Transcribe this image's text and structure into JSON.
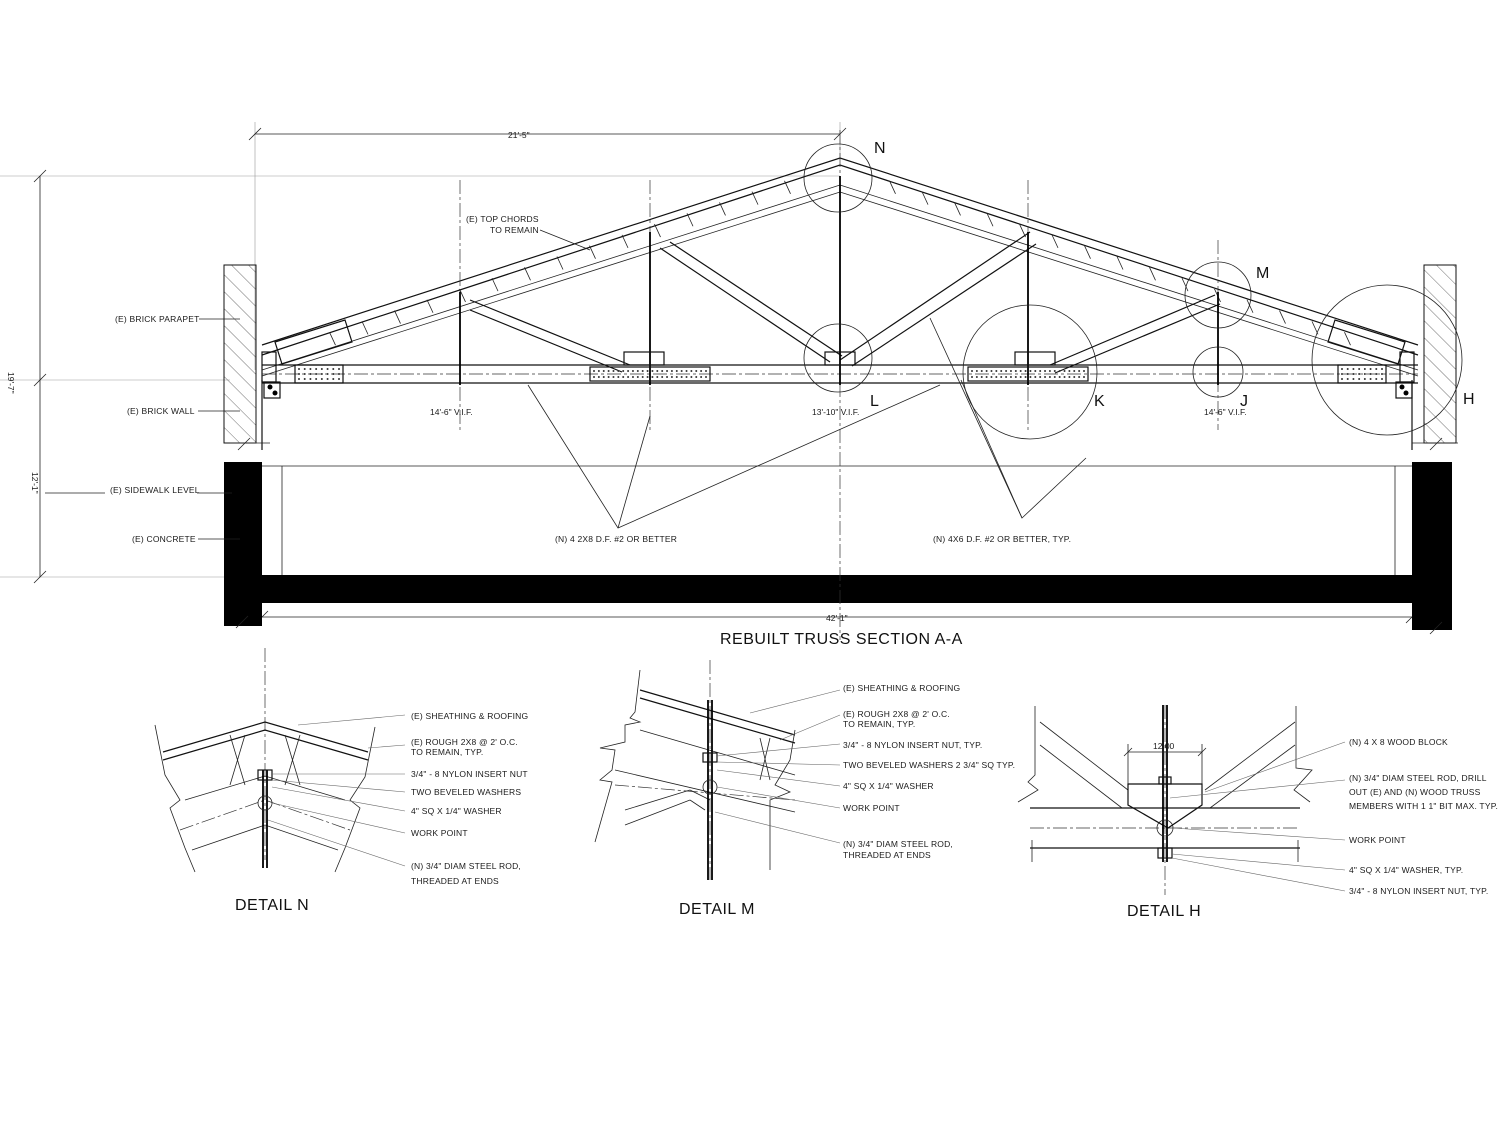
{
  "section": {
    "title": "REBUILT TRUSS SECTION A-A",
    "dims": {
      "half_span": "21'-5\"",
      "overall_span": "42'-1\"",
      "total_height": "19'-7\"",
      "wall_height": "12'-1\"",
      "left_bay": "14'-6\" V.I.F.",
      "center_bay": "13'-10\" V.I.F.",
      "right_bay": "14'-6\" V.I.F."
    },
    "left_notes": {
      "parapet": "(E) BRICK PARAPET",
      "wall": "(E) BRICK WALL",
      "sidewalk": "(E) SIDEWALK LEVEL",
      "concrete": "(E) CONCRETE"
    },
    "callouts": {
      "top_chords_1": "(E) TOP CHORDS",
      "top_chords_2": "TO REMAIN",
      "bottom_2x8": "(N) 4 2X8 D.F. #2 OR BETTER",
      "web_4x6": "(N) 4X6 D.F. #2 OR BETTER, TYP."
    },
    "detail_tags": {
      "n": "N",
      "m": "M",
      "l": "L",
      "k": "K",
      "j": "J",
      "h": "H"
    }
  },
  "detail_n": {
    "title": "DETAIL N",
    "notes": [
      "(E) SHEATHING & ROOFING",
      "(E) ROUGH 2X8 @ 2' O.C.",
      "TO REMAIN, TYP.",
      "3/4\" - 8 NYLON INSERT NUT",
      "TWO BEVELED WASHERS",
      "4\" SQ X 1/4\" WASHER",
      "WORK POINT",
      "(N) 3/4\" DIAM STEEL ROD,",
      "THREADED AT ENDS"
    ]
  },
  "detail_m": {
    "title": "DETAIL M",
    "notes": [
      "(E) SHEATHING & ROOFING",
      "(E) ROUGH 2X8 @ 2' O.C.",
      "TO REMAIN, TYP.",
      "3/4\" - 8 NYLON INSERT NUT, TYP.",
      "TWO BEVELED WASHERS 2 3/4\" SQ TYP.",
      "4\" SQ X 1/4\" WASHER",
      "WORK POINT",
      "(N) 3/4\" DIAM STEEL ROD,",
      "THREADED AT ENDS"
    ]
  },
  "detail_h": {
    "title": "DETAIL H",
    "dim": "12.00",
    "notes": [
      "(N) 4 X 8 WOOD BLOCK",
      "(N) 3/4\" DIAM STEEL ROD, DRILL",
      "OUT (E) AND (N) WOOD TRUSS",
      "MEMBERS WITH 1 1\" BIT MAX. TYP.",
      "WORK POINT",
      "4\" SQ X 1/4\" WASHER, TYP.",
      "3/4\" - 8 NYLON INSERT NUT, TYP."
    ]
  }
}
